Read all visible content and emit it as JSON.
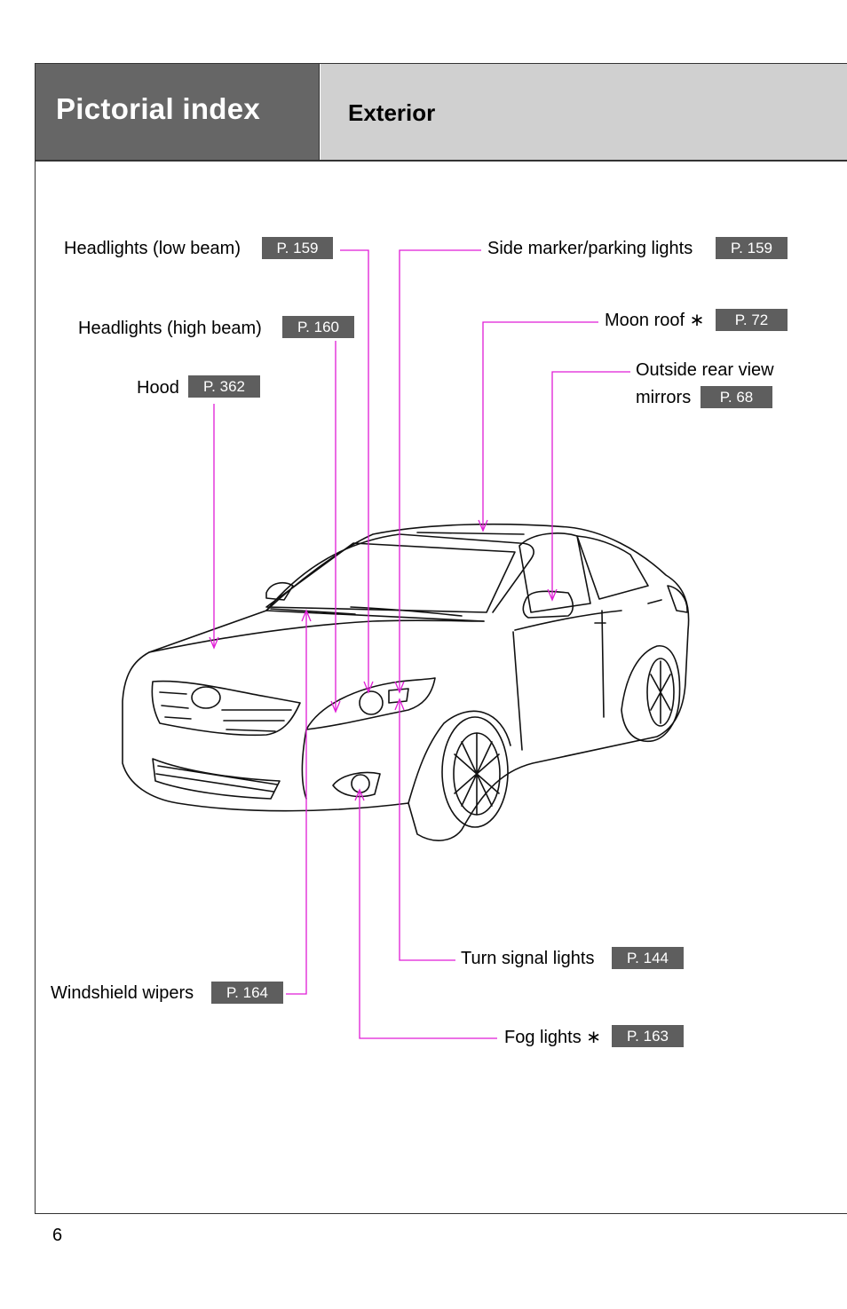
{
  "header": {
    "section_title": "Pictorial index",
    "subsection_title": "Exterior"
  },
  "callouts": {
    "headlights_low": {
      "label": "Headlights (low beam)",
      "page": "P. 159"
    },
    "headlights_high": {
      "label": "Headlights (high beam)",
      "page": "P. 160"
    },
    "hood": {
      "label": "Hood",
      "page": "P. 362"
    },
    "side_marker": {
      "label": "Side marker/parking lights",
      "page": "P. 159"
    },
    "moon_roof": {
      "label": "Moon roof",
      "mark": "∗",
      "page": "P. 72"
    },
    "mirrors": {
      "label_line1": "Outside rear view",
      "label_line2": "mirrors",
      "page": "P. 68"
    },
    "turn_signal": {
      "label": "Turn signal lights",
      "page": "P. 144"
    },
    "wipers": {
      "label": "Windshield wipers",
      "page": "P. 164"
    },
    "fog_lights": {
      "label": "Fog lights",
      "mark": "∗",
      "page": "P. 163"
    }
  },
  "footer": {
    "page_number": "6"
  },
  "colors": {
    "leader_line": "#e01cd6",
    "header_dark": "#666666",
    "header_light": "#d0d0d0",
    "page_ref_bg": "#5e5e5e"
  },
  "icons": {
    "illustration": "sedan-car-illustration"
  }
}
